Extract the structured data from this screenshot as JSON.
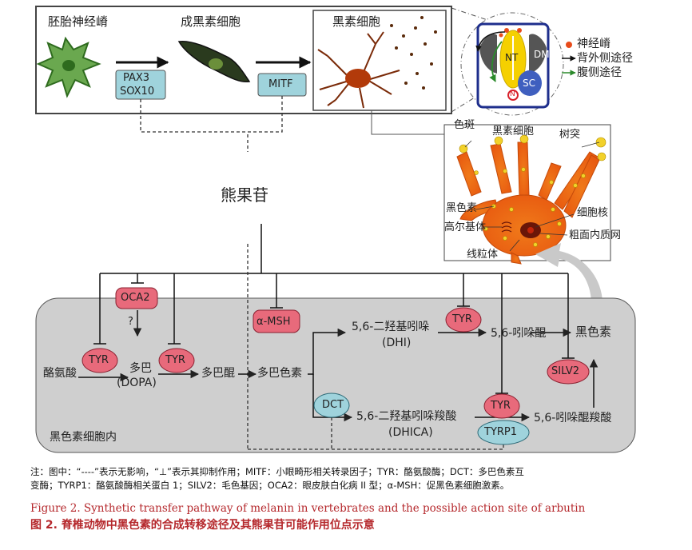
{
  "top_panel": {
    "neural_crest": "胚胎神经嵴",
    "melanoblast": "成黑素细胞",
    "melanocyte": "黑素细胞",
    "pax3": "PAX3",
    "sox10": "SOX10",
    "mitf": "MITF"
  },
  "embryo_inset": {
    "nt": "NT",
    "dm": "DM",
    "sc": "SC",
    "n": "N",
    "legend_crest": "神经嵴",
    "legend_dorsolateral": "背外侧途径",
    "legend_ventral": "腹侧途径"
  },
  "cell_inset": {
    "pigment_spot": "色斑",
    "melanocyte": "黑素细胞",
    "dendrite": "树突",
    "melanin": "黑色素",
    "nucleus": "细胞核",
    "golgi": "高尔基体",
    "rer": "粗面内质网",
    "mitochondria": "线粒体"
  },
  "arbutin": "熊果苷",
  "pathway": {
    "region_label": "黑色素细胞内",
    "oca2": "OCA2",
    "question": "?",
    "tyrosine": "酪氨酸",
    "tyr": "TYR",
    "dopa_cn": "多巴",
    "dopa_en": "(DOPA)",
    "dopaquinone": "多巴醌",
    "dopachrome": "多巴色素",
    "amsh": "α-MSH",
    "dhi_cn": "5,6-二羟基吲哚",
    "dhi_en": "(DHI)",
    "dct": "DCT",
    "dhica_cn": "5,6-二羟基吲哚羧酸",
    "dhica_en": "(DHICA)",
    "iq": "5,6-吲哚醌",
    "iqc": "5,6-吲哚醌羧酸",
    "melanin": "黑色素",
    "silv2": "SILV2",
    "tyrp1": "TYRP1"
  },
  "note": {
    "line1": "注：图中：“----”表示无影响，“⊥”表示其抑制作用；MITF：小眼畸形相关转录因子；TYR：酪氨酸酶；DCT：多巴色素互",
    "line2": "变酶；TYRP1：酪氨酸酶相关蛋白 1；SILV2：毛色基因；OCA2：眼皮肤白化病 II 型；α-MSH：促黑色素细胞激素。"
  },
  "caption": {
    "en": "Figure 2. Synthetic transfer pathway of melanin in vertebrates and the possible action site of arbutin",
    "cn": "图 2.  脊椎动物中黑色素的合成转移途径及其熊果苷可能作用位点示意"
  },
  "colors": {
    "pink_node": "#e86a7b",
    "teal_node": "#9fd3dc",
    "cell_bg": "#cfcfcf",
    "caption_red": "#b5282c"
  }
}
